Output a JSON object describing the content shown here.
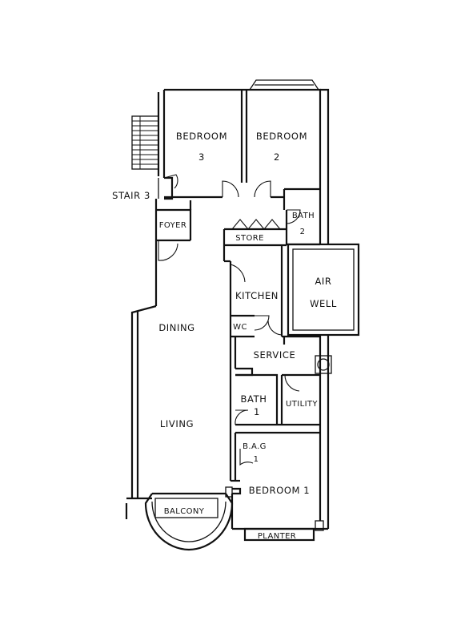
{
  "rooms": {
    "bedroom3": {
      "name": "BEDROOM",
      "num": "3"
    },
    "bedroom2": {
      "name": "BEDROOM",
      "num": "2"
    },
    "stair": "STAIR 3",
    "bath2": {
      "name": "BATH",
      "num": "2"
    },
    "foyer": "FOYER",
    "store": "STORE",
    "kitchen": "KITCHEN",
    "airwell": {
      "line1": "AIR",
      "line2": "WELL"
    },
    "wc": "WC",
    "dining": "DINING",
    "service": "SERVICE",
    "bath1": {
      "name": "BATH",
      "num": "1"
    },
    "utility": "UTILITY",
    "living": "LIVING",
    "bag1": {
      "name": "B.A.G",
      "num": "1"
    },
    "bedroom1": "BEDROOM 1",
    "balcony": "BALCONY",
    "planter": "PLANTER"
  }
}
